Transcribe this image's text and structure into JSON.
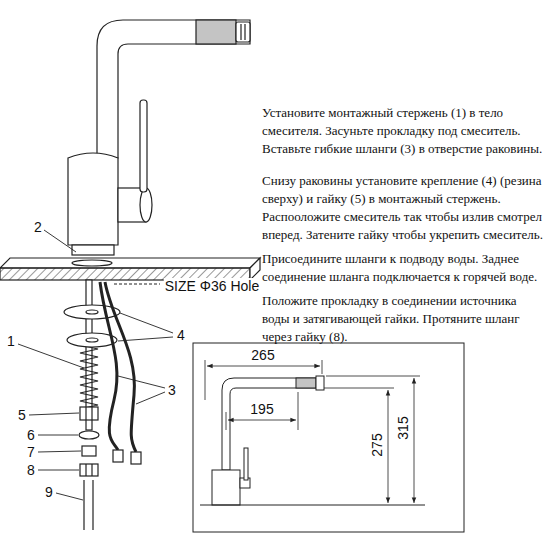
{
  "diagram": {
    "labels": [
      "Установите монтажный стержень (1) в тело смесителя. Засуньте прокладку под смеситель. Вставьте гибкие шланги (3) в отверстие раковины.",
      "Снизу раковины установите крепление (4) (резина сверху) и гайку (5) в монтажный стержень. Распооложите смеситель так чтобы излив смотрел вперед. Затените гайку чтобы укрепить смеситель.",
      "Присоедините шланги к подводу воды. Заднее соединение шланга подключается к горячей воде.",
      "Положите прокладку в соединении источника воды и затягивающей гайки. Протяните шланг через гайку (8).",
      "2",
      "1",
      "4",
      "3",
      "5",
      "6",
      "7",
      "8",
      "9",
      "SIZE Φ36 Hole",
      "265",
      "195",
      "275",
      "315"
    ]
  }
}
